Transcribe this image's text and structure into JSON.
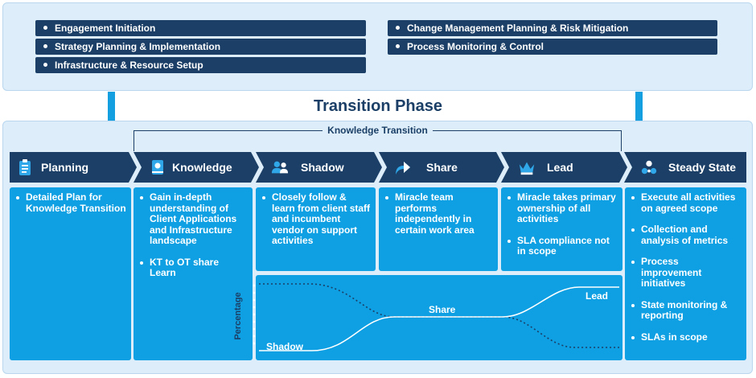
{
  "top_items_left": [
    "Engagement Initiation",
    "Strategy Planning & Implementation",
    "Infrastructure & Resource Setup"
  ],
  "top_items_right": [
    "Change Management Planning & Risk Mitigation",
    "Process Monitoring & Control"
  ],
  "phase_title": "Transition Phase",
  "knowledge_transition_label": "Knowledge Transition",
  "stages": [
    {
      "label": "Planning",
      "icon": "clipboard-icon",
      "items": [
        "Detailed Plan for Knowledge Transition"
      ]
    },
    {
      "label": "Knowledge",
      "icon": "book-icon",
      "items": [
        "Gain in-depth understanding of Client Applications and Infrastructure landscape",
        "KT to OT share Learn"
      ]
    },
    {
      "label": "Shadow",
      "icon": "people-icon",
      "items": [
        "Closely follow & learn from client staff and incumbent vendor on support activities"
      ]
    },
    {
      "label": "Share",
      "icon": "share-arrow-icon",
      "items": [
        "Miracle team performs independently in certain work area"
      ]
    },
    {
      "label": "Lead",
      "icon": "crown-icon",
      "items": [
        "Miracle takes primary ownership of all activities",
        "SLA compliance not in scope"
      ]
    },
    {
      "label": "Steady State",
      "icon": "network-icon",
      "items": [
        "Execute all activities on agreed scope",
        "Collection and analysis of metrics",
        "Process improvement initiatives",
        "State monitoring & reporting",
        "SLAs in scope"
      ]
    }
  ],
  "chart": {
    "ylabel": "Percentage",
    "labels": {
      "shadow": "Shadow",
      "share": "Share",
      "lead": "Lead"
    }
  },
  "colors": {
    "navy": "#1b3f66",
    "cyan": "#0ea0e3",
    "panel": "#ddeefa"
  }
}
